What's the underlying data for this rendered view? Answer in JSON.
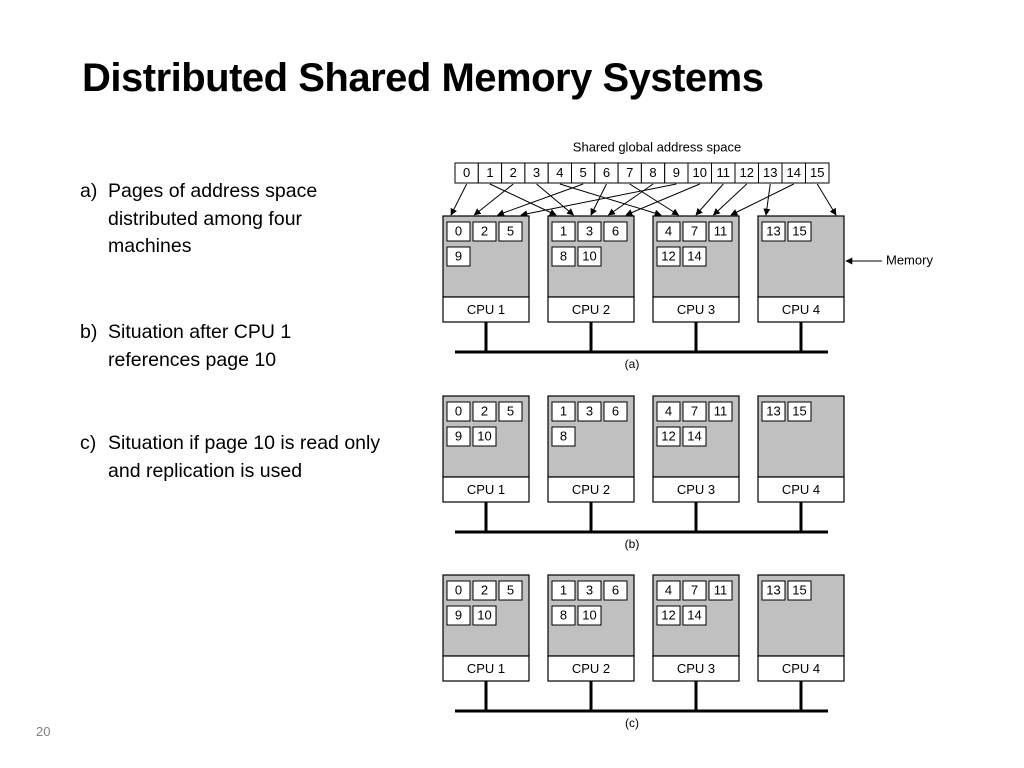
{
  "slide": {
    "title": "Distributed Shared Memory Systems",
    "bullets": [
      {
        "marker": "a)",
        "text": "Pages of address space\ndistributed among four\nmachines"
      },
      {
        "marker": "b)",
        "text": "Situation after CPU 1\nreferences page 10"
      },
      {
        "marker": "c)",
        "text": "Situation if page 10 is read only\nand replication is used"
      }
    ],
    "page_number": "20"
  },
  "diagram": {
    "address_space_label": "Shared global address space",
    "address_pages": [
      "0",
      "1",
      "2",
      "3",
      "4",
      "5",
      "6",
      "7",
      "8",
      "9",
      "10",
      "11",
      "12",
      "13",
      "14",
      "15"
    ],
    "memory_label": "Memory",
    "cpu_labels": [
      "CPU 1",
      "CPU 2",
      "CPU 3",
      "CPU 4"
    ],
    "panels": [
      {
        "caption": "(a)",
        "machines": [
          [
            [
              "0",
              "2",
              "5"
            ],
            [
              "9"
            ]
          ],
          [
            [
              "1",
              "3",
              "6"
            ],
            [
              "8",
              "10"
            ]
          ],
          [
            [
              "4",
              "7",
              "11"
            ],
            [
              "12",
              "14"
            ]
          ],
          [
            [
              "13",
              "15"
            ]
          ]
        ]
      },
      {
        "caption": "(b)",
        "machines": [
          [
            [
              "0",
              "2",
              "5"
            ],
            [
              "9",
              "10"
            ]
          ],
          [
            [
              "1",
              "3",
              "6"
            ],
            [
              "8"
            ]
          ],
          [
            [
              "4",
              "7",
              "11"
            ],
            [
              "12",
              "14"
            ]
          ],
          [
            [
              "13",
              "15"
            ]
          ]
        ]
      },
      {
        "caption": "(c)",
        "machines": [
          [
            [
              "0",
              "2",
              "5"
            ],
            [
              "9",
              "10"
            ]
          ],
          [
            [
              "1",
              "3",
              "6"
            ],
            [
              "8",
              "10"
            ]
          ],
          [
            [
              "4",
              "7",
              "11"
            ],
            [
              "12",
              "14"
            ]
          ],
          [
            [
              "13",
              "15"
            ]
          ]
        ]
      }
    ],
    "page_owner": [
      "CPU 1",
      "CPU 2",
      "CPU 1",
      "CPU 2",
      "CPU 3",
      "CPU 1",
      "CPU 2",
      "CPU 3",
      "CPU 2",
      "CPU 1",
      "CPU 2",
      "CPU 3",
      "CPU 3",
      "CPU 4",
      "CPU 3",
      "CPU 4"
    ],
    "colors": {
      "memory_fill": "#c0c0c0",
      "page_fill": "#ffffff",
      "stroke": "#000000"
    }
  }
}
